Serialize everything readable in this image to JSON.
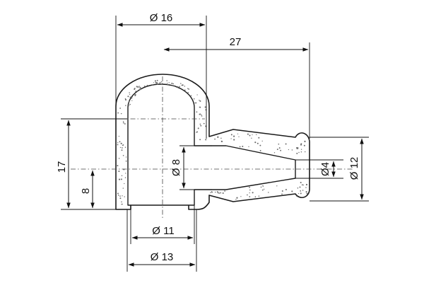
{
  "dimensions": {
    "top_diameter": "Ø 16",
    "length": "27",
    "height": "17",
    "center_height": "8",
    "bore": "Ø 8",
    "tip_inner": "Ø4",
    "tip_outer": "Ø 12",
    "opening_inner": "Ø 11",
    "opening_outer": "Ø 13"
  },
  "colors": {
    "line": "#1a1a1a",
    "stipple": "#6b6b6b",
    "body_fill": "#f2f2f2"
  }
}
